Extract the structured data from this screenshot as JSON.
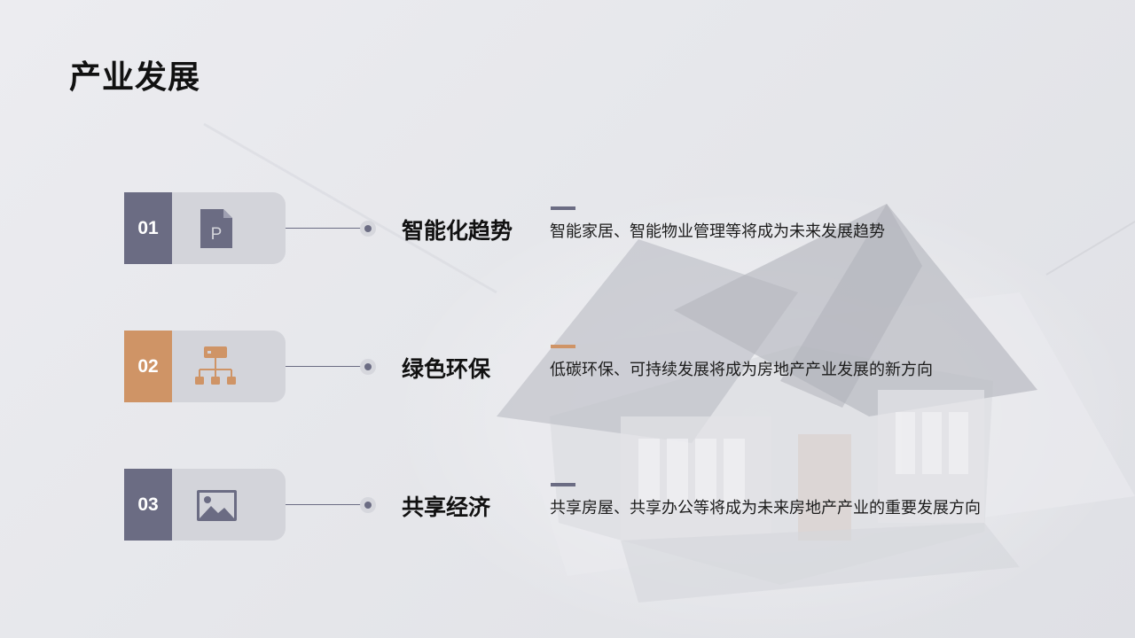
{
  "title": "产业发展",
  "colors": {
    "slate": "#6b6c83",
    "orange": "#cf9466",
    "card_bg": "#d3d4da"
  },
  "items": [
    {
      "number": "01",
      "icon": "powerpoint-file-icon",
      "heading": "智能化趋势",
      "description": "智能家居、智能物业管理等将成为未来发展趋势",
      "accent": "#6b6c83"
    },
    {
      "number": "02",
      "icon": "hierarchy-icon",
      "heading": "绿色环保",
      "description": "低碳环保、可持续发展将成为房地产产业发展的新方向",
      "accent": "#cf9466"
    },
    {
      "number": "03",
      "icon": "image-icon",
      "heading": "共享经济",
      "description": "共享房屋、共享办公等将成为未来房地产产业的重要发展方向",
      "accent": "#6b6c83"
    }
  ]
}
